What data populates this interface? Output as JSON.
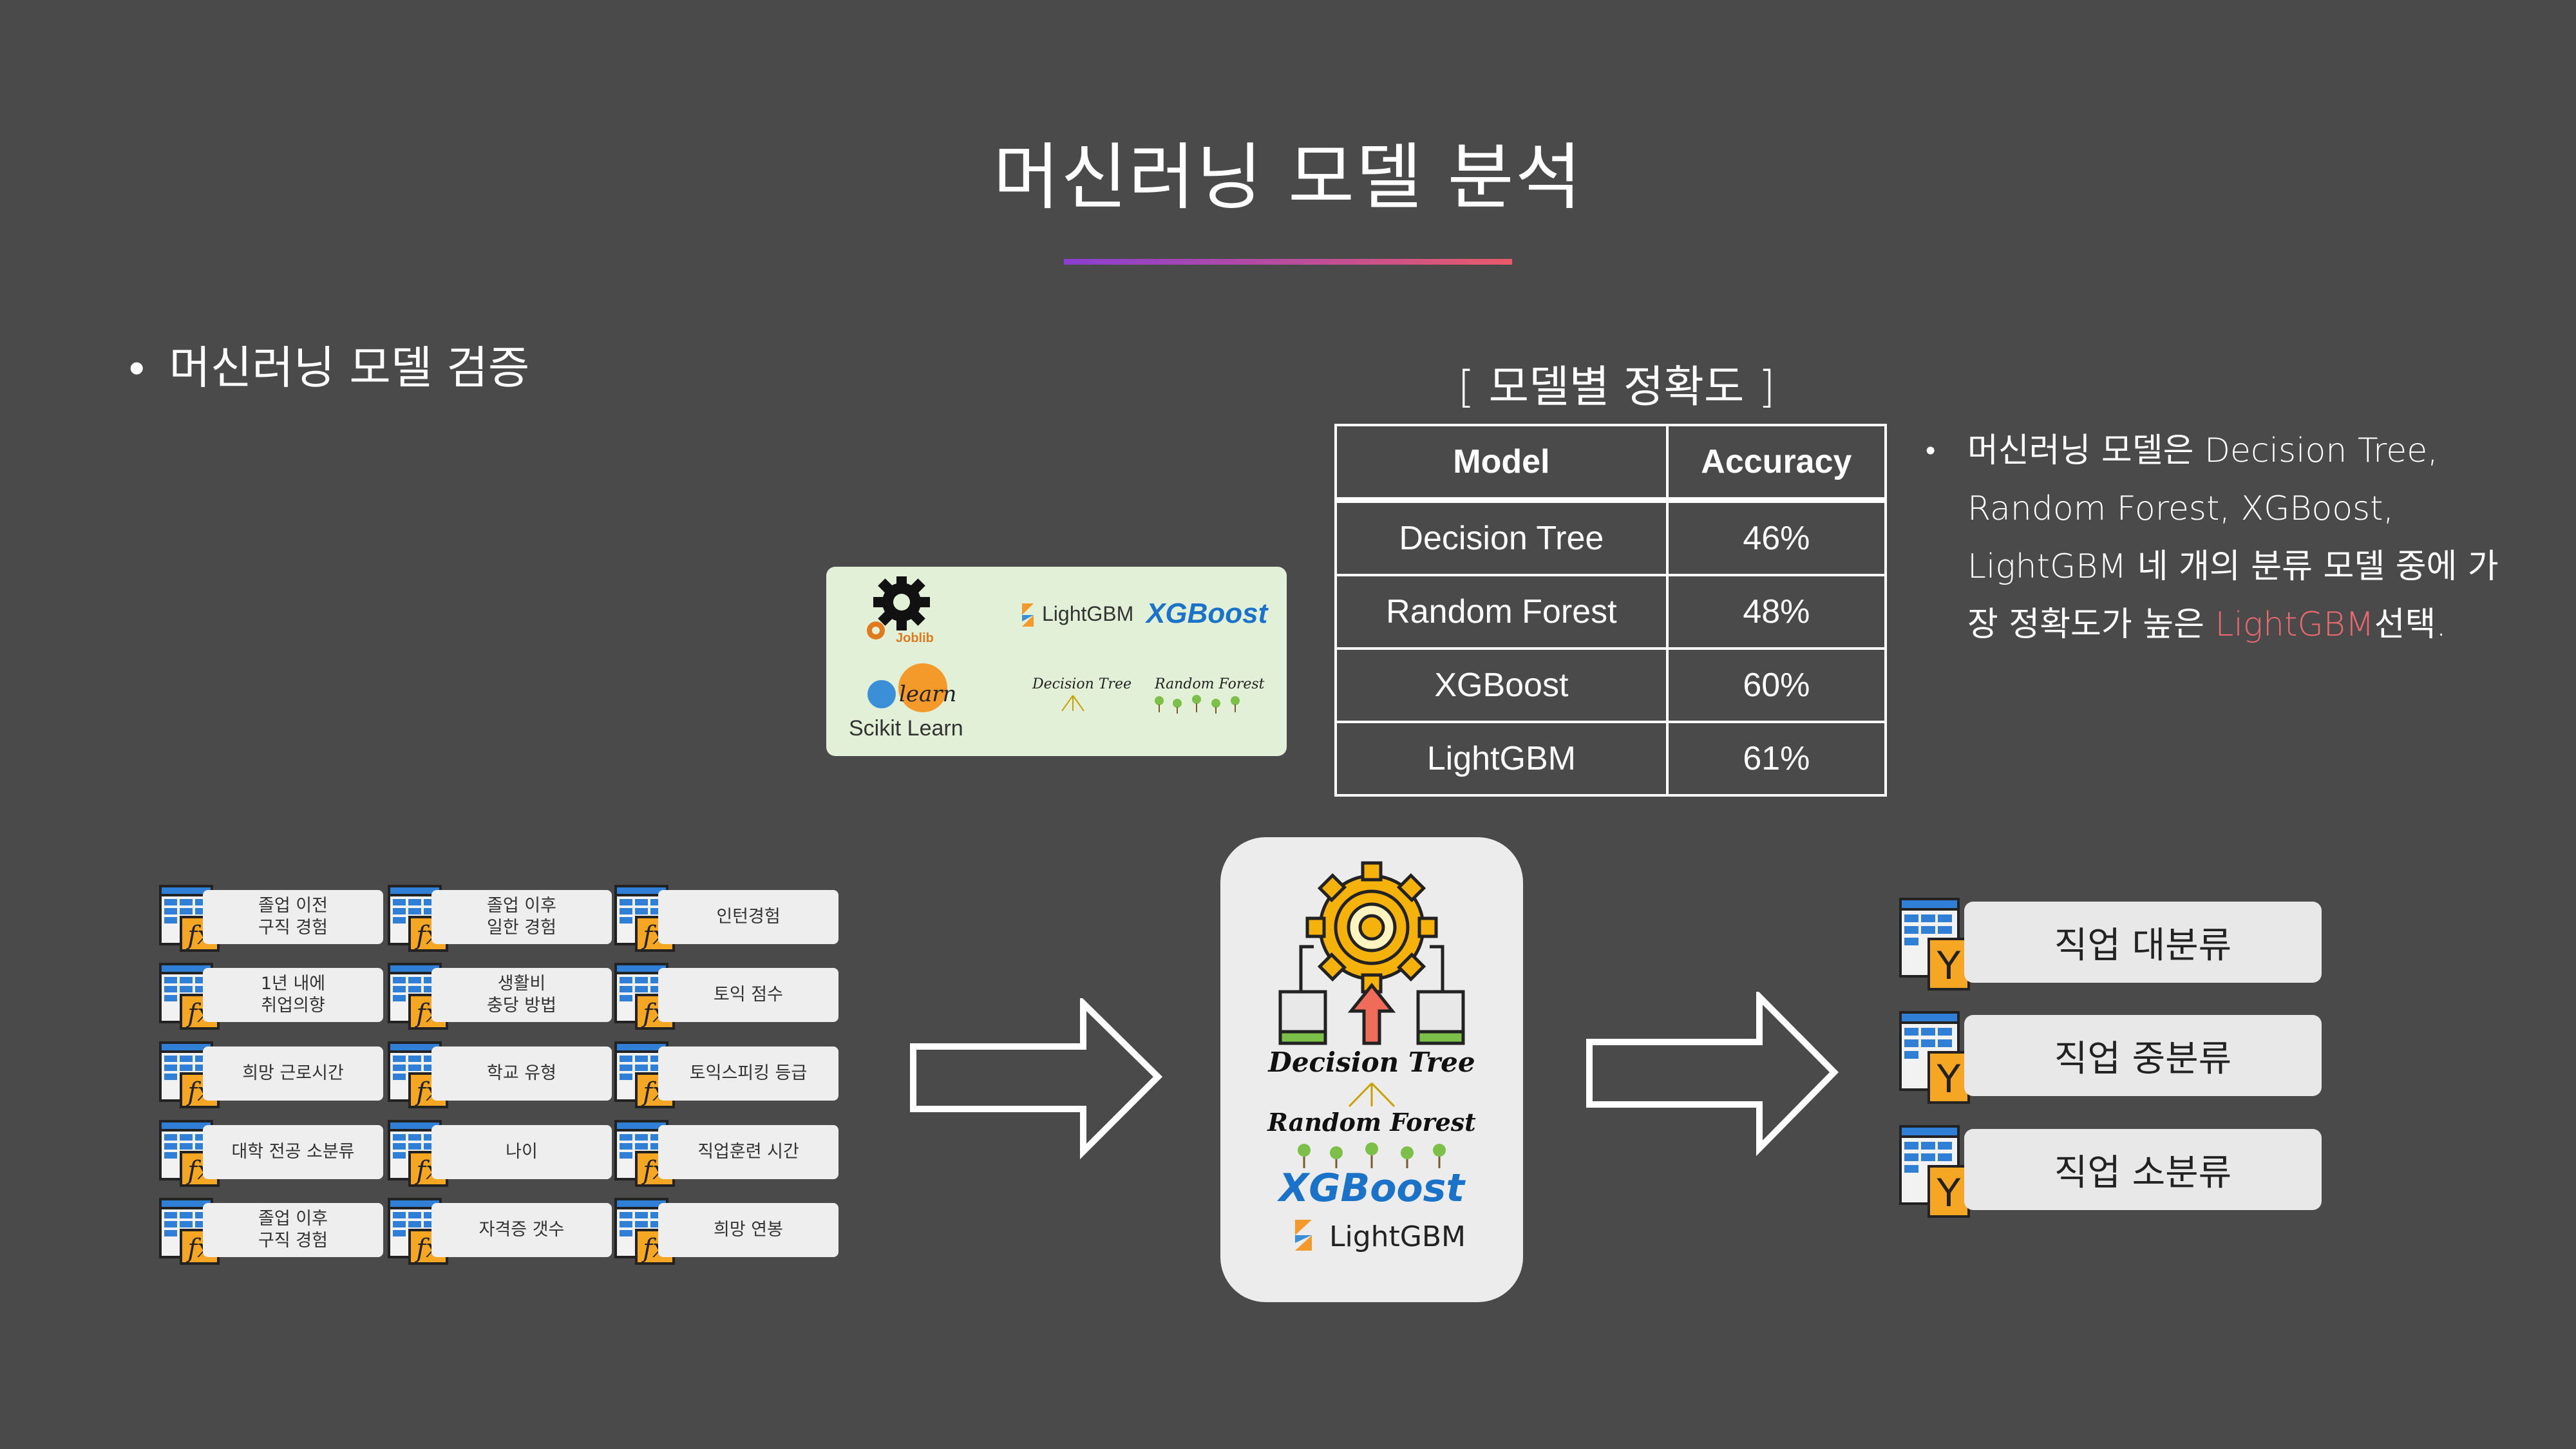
{
  "title": "머신러닝 모델 분석",
  "section": {
    "bullet": "•",
    "label": "머신러닝 모델 검증"
  },
  "accuracy_table": {
    "caption": "[ 모델별 정확도 ]",
    "headers": [
      "Model",
      "Accuracy"
    ],
    "rows": [
      [
        "Decision Tree",
        "46%"
      ],
      [
        "Random Forest",
        "48%"
      ],
      [
        "XGBoost",
        "60%"
      ],
      [
        "LightGBM",
        "61%"
      ]
    ]
  },
  "note": {
    "bullet": "•",
    "text_before": "머신러닝 모델은 Decision Tree, Random Forest,  XGBoost, LightGBM 네 개의 분류 모델 중에 가장 정확도가 높은 ",
    "highlight": "LightGBM",
    "text_after": "선택.",
    "highlight_color": "#e96a6e"
  },
  "libraries": {
    "joblib": "Joblib",
    "learn": "learn",
    "scikit": "Scikit Learn",
    "lightgbm": "LightGBM",
    "xgboost": "XGBoost",
    "decision_tree": "Decision Tree",
    "random_forest": "Random Forest"
  },
  "features": [
    "졸업 이전\n구직 경험",
    "졸업 이후\n일한 경험",
    "인턴경험",
    "1년 내에\n취업의향",
    "생활비\n충당 방법",
    "토익 점수",
    "희망 근로시간",
    "학교 유형",
    "토익스피킹 등급",
    "대학 전공 소분류",
    "나이",
    "직업훈련 시간",
    "졸업 이후\n구직 경험",
    "자격증 갯수",
    "희망 연봉"
  ],
  "feature_icon": "fx",
  "models_panel": {
    "decision_tree": "Decision Tree",
    "random_forest": "Random Forest",
    "xgboost": "XGBoost",
    "lightgbm": "LightGBM"
  },
  "outputs": {
    "icon_letter": "Y",
    "labels": [
      "직업 대분류",
      "직업 중분류",
      "직업 소분류"
    ]
  },
  "colors": {
    "background": "#4a4a4a",
    "xgboost_blue": "#1a73c8",
    "gradient_start": "#8a3fd0",
    "gradient_end": "#e85a6a",
    "icon_orange": "#f5a623",
    "icon_blue": "#2f7fd6"
  }
}
